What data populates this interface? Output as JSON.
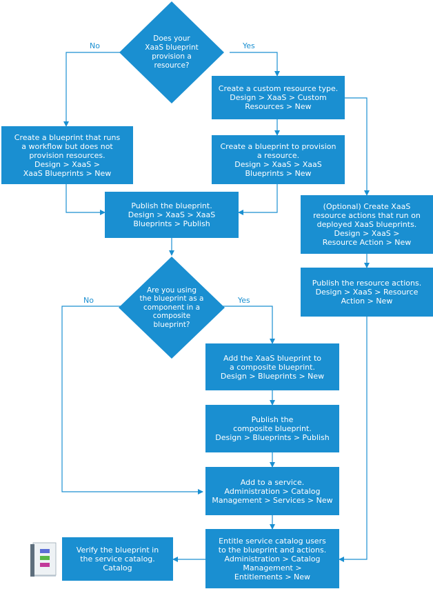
{
  "colors": {
    "accent": "#1a8fd1",
    "line": "#1a8fd1",
    "text": "#ffffff"
  },
  "decision1": {
    "text": "Does your\nXaaS blueprint\nprovision a\nresource?",
    "no": "No",
    "yes": "Yes"
  },
  "decision2": {
    "text": "Are you using\nthe blueprint as a\ncomponent in a\ncomposite\nblueprint?",
    "no": "No",
    "yes": "Yes"
  },
  "boxes": {
    "custom_resource": "Create a custom resource type.\nDesign > XaaS > Custom\nResources > New",
    "blueprint_workflow": "Create a blueprint that runs\na workflow but does not\nprovision resources.\nDesign > XaaS >\nXaaS Blueprints > New",
    "blueprint_provision": "Create a blueprint to provision\na resource.\nDesign > XaaS > XaaS\nBlueprints > New",
    "publish_blueprint": "Publish the blueprint.\nDesign > XaaS > XaaS\nBlueprints > Publish",
    "resource_actions": "(Optional) Create XaaS\nresource actions that run on\ndeployed XaaS blueprints.\nDesign > XaaS >\nResource Action > New",
    "publish_actions": "Publish the resource actions.\nDesign > XaaS > Resource\nAction > New",
    "add_composite": "Add the XaaS blueprint to\na composite blueprint.\nDesign > Blueprints > New",
    "publish_composite": "Publish the\ncomposite blueprint.\nDesign > Blueprints > Publish",
    "add_service": "Add to a service.\nAdministration > Catalog\nManagement > Services > New",
    "entitle": "Entitle service catalog users\nto the blueprint and actions.\nAdministration > Catalog\nManagement >\nEntitlements > New",
    "verify": "Verify the blueprint in\nthe service catalog.\nCatalog"
  },
  "icon": "catalog-book-icon"
}
